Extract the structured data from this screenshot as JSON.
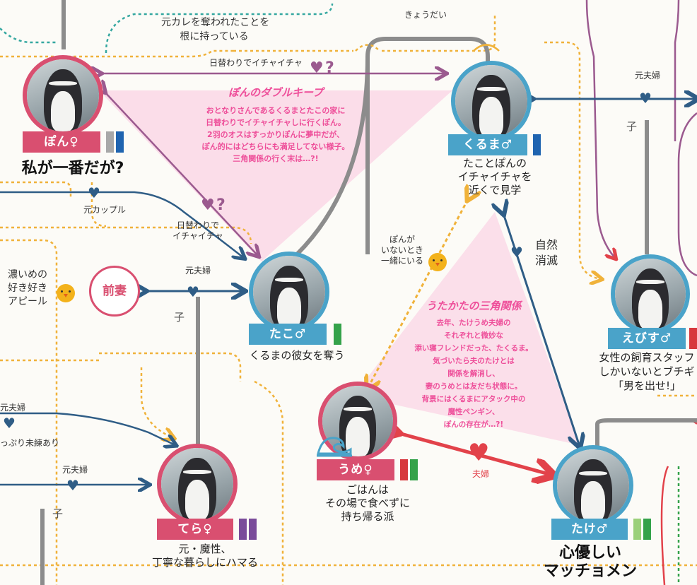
{
  "characters": {
    "pon": {
      "name": "ぽん♀",
      "caption": "私が一番だが?",
      "bars": [
        "#a8a8a8",
        "#1f64b0"
      ]
    },
    "kuruma": {
      "name": "くるま♂",
      "caption": "たことぽんの\nイチャイチャを\n近くで見学",
      "bars": [
        "#1f64b0"
      ]
    },
    "tako": {
      "name": "たこ♂",
      "caption": "くるまの彼女を奪う",
      "bars": [
        "#34a24a"
      ]
    },
    "ume": {
      "name": "うめ♀",
      "caption": "ごはんは\nその場で食べずに\n持ち帰る派",
      "bars": [
        "#d7383d",
        "#34a24a"
      ]
    },
    "tera": {
      "name": "てら♀",
      "caption": "元・魔性、\n丁寧な暮らしにハマる",
      "bars": [
        "#7a4b9a",
        "#7a4b9a"
      ]
    },
    "take": {
      "name": "たけ♂",
      "caption": "心優しい\nマッチョメン",
      "bars": [
        "#9bd07a",
        "#34a24a"
      ]
    },
    "ebisu": {
      "name": "えびす♂",
      "caption": "女性の飼育スタッフ\nしかいないとブチギ\n「男を出せ!」",
      "bars": [
        "#d7383d"
      ]
    }
  },
  "labels": {
    "top_grudge": "元カレを奪われたことを\n根に持っている",
    "kyoudai": "きょうだい",
    "higawari_top": "日替わりでイチャイチャ",
    "higawari_left": "日替わりで\nイチャイチャ",
    "motofuufu_right": "元夫婦",
    "ko_right": "子",
    "moto_couple": "元カップル",
    "motofuufu_tako": "元夫婦",
    "ko_tako": "子",
    "zenzai": "前妻",
    "koime": "濃いめの\n好き好き\nアピール",
    "ponga_inai": "ぽんが\nいないとき\n一緒にいる",
    "shizen_shoumetsu": "自然\n消滅",
    "fuufu": "夫婦",
    "motofuufu_left1": "元夫婦",
    "mirenari": "っぷり未練あり",
    "motofuufu_left2": "元夫婦",
    "ko_left": "子",
    "q": "?"
  },
  "notes": {
    "double_title": "ぽんのダブルキープ",
    "double_body": "おとなりさんであるくるまとたこの家に\n日替わりでイチャイチャしに行くぽん。\n2羽のオスはすっかりぽんに夢中だが、\nぽん的にはどちらにも満足してない様子。\n三角関係の行く末は…?!",
    "triangle_title": "うたかたの三角関係",
    "triangle_body": "去年、たけうめ夫婦の\nそれぞれと微妙な\n添い寝フレンドだった、たくるま。\n気づいたら夫のたけとは\n関係を解消し、\n妻のうめとは友だち状態に。\n背景にはくるまにアタック中の\n魔性ペンギン、\nぽんの存在が…?!"
  },
  "colors": {
    "female": "#d94f70",
    "male": "#4aa3c9",
    "love": "#9b5a8f",
    "married": "#2f5d86",
    "hot": "#e2424a",
    "family": "#8c8c8c",
    "dotted": "#f0b23a",
    "pink_zone": "#fbd3e4",
    "pink_text": "#ee4f9a"
  }
}
